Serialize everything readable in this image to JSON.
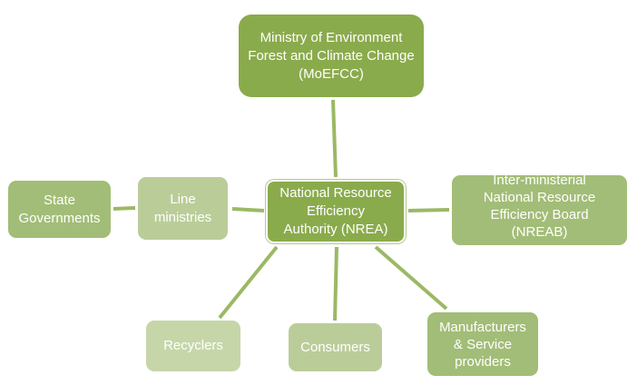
{
  "colors": {
    "dark": "#8aab4c",
    "mid": "#a2bd77",
    "light": "#bacd99",
    "pale": "#c6d6a9",
    "connector": "#9bb965",
    "text": "#ffffff"
  },
  "nodes": {
    "moefcc": "Ministry of Environment\nForest and Climate Change\n(MoEFCC)",
    "nrea": "National Resource\nEfficiency\nAuthority (NREA)",
    "state_governments": "State\nGovernments",
    "line_ministries": "Line\nministries",
    "nreab": "Inter-ministerial\nNational Resource\nEfficiency Board\n(NREAB)",
    "recyclers": "Recyclers",
    "consumers": "Consumers",
    "manufacturers": "Manufacturers\n& Service\nproviders"
  },
  "edges": [
    {
      "from": "moefcc",
      "to": "nrea"
    },
    {
      "from": "line_ministries",
      "to": "nrea"
    },
    {
      "from": "state_governments",
      "to": "line_ministries"
    },
    {
      "from": "nrea",
      "to": "nreab"
    },
    {
      "from": "nrea",
      "to": "recyclers"
    },
    {
      "from": "nrea",
      "to": "consumers"
    },
    {
      "from": "nrea",
      "to": "manufacturers"
    }
  ]
}
